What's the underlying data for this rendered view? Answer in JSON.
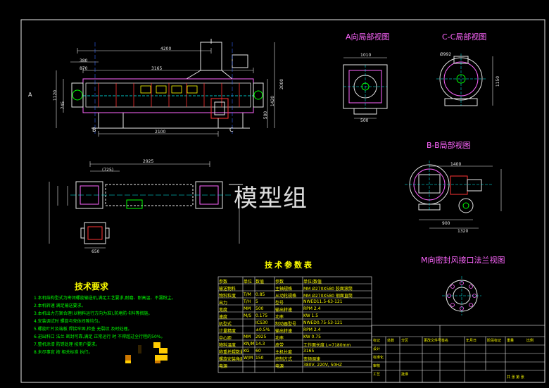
{
  "views": {
    "view_a_title": "A向局部视图",
    "view_cc_title": "C-C局部视图",
    "view_bb_title": "B-B局部视图",
    "view_m_title": "M向密封风接口法兰视图"
  },
  "watermark": "模型组",
  "dimensions": {
    "top_4200": "4200",
    "top_3165": "3165",
    "top_2100": "2100",
    "left_380": "380",
    "left_870": "870",
    "left_1120": "1120",
    "left_745": "745",
    "right_2000": "2000",
    "right_1420": "1420",
    "right_500": "500",
    "plan_2925": "2925",
    "plan_725": "(725)",
    "plan_650": "650",
    "a_1010": "1010",
    "a_500": "500",
    "cc_992": "Ø992",
    "cc_1150": "1150",
    "bb_1400": "1400",
    "bb_900": "900",
    "bb_1320": "1320",
    "section_b": "B",
    "section_c": "C",
    "view_a_marker": "A"
  },
  "tech_requirements": {
    "title": "技术要求",
    "lines": [
      "1.本机结构型式为密闭螺旋输送机,满足工艺要求,耐磨、耐高温、不漏粉尘。",
      "2.本机转速 满足输送要求。",
      "3.本机出力方案合理(以物料运行方向为准),防堵防卡料等措施。",
      "4.安装调试时 螺旋与壳体间隙均匀。",
      "5.螺旋叶片及端板 焊接牢固,检查 无裂纹 及时处理。",
      "6.进出料口 法兰 密封可靠,满足 正常运行 时 不得超过全行程的50%。",
      "7.整机涂漆 防锈处理 按用户要求。",
      "8.未尽事宜 按 相关标准 执行。"
    ]
  },
  "param_table": {
    "title": "技术参数表",
    "headers": [
      "参数",
      "单位",
      "数值",
      "参数",
      "单位/数值"
    ],
    "rows": [
      [
        "输送物料",
        "",
        "",
        "主轴规格",
        "MM Ø270X580 胶面滚筒"
      ],
      [
        "物料粒度",
        "T/M",
        "0.85",
        "从动轮规格",
        "MM Ø270X580 钢面直筒"
      ],
      [
        "出力",
        "T/H",
        "5",
        "型号",
        "NWED11.5-63-121"
      ],
      [
        "宽度",
        "MM",
        "500",
        "输出转速",
        "RPM 2.4"
      ],
      [
        "速度",
        "M/S",
        "0.175",
        "功率",
        "KW 1.5"
      ],
      [
        "机型式",
        "",
        "ICS30",
        "制动器型号",
        "NWED0.75-53-121"
      ],
      [
        "计量精度",
        "",
        "±0.5%",
        "输出转速",
        "RPM 2.4"
      ],
      [
        "中心距",
        "MM",
        "2925",
        "功率",
        "KW 0.75"
      ],
      [
        "物料温度",
        "KN/M",
        "14.3",
        "皮带",
        "工作面长度 L=7180mm"
      ],
      [
        "称重托辊数量",
        "KG",
        "60",
        "主机长度",
        "3165"
      ],
      [
        "螺旋安装角度",
        "W/M",
        "150",
        "控制方式",
        "变频调速"
      ],
      [
        "电源",
        "",
        "",
        "电源",
        "380V, 220V, 50HZ"
      ]
    ]
  },
  "title_block": {
    "labels": [
      "标记",
      "处数",
      "分区",
      "更改文件号",
      "签名",
      "年月日",
      "阶段标记",
      "重量",
      "比例",
      "设计",
      "标准化",
      "审核",
      "工艺",
      "批准"
    ],
    "sheet_no": "共 张 第 张"
  },
  "colors": {
    "background": "#000000",
    "white": "#e8e8e8",
    "magenta": "#ff66ff",
    "yellow": "#ffff00",
    "green": "#00ff00",
    "cyan": "#00ffff",
    "red": "#ff3333",
    "blue": "#3366ff"
  }
}
